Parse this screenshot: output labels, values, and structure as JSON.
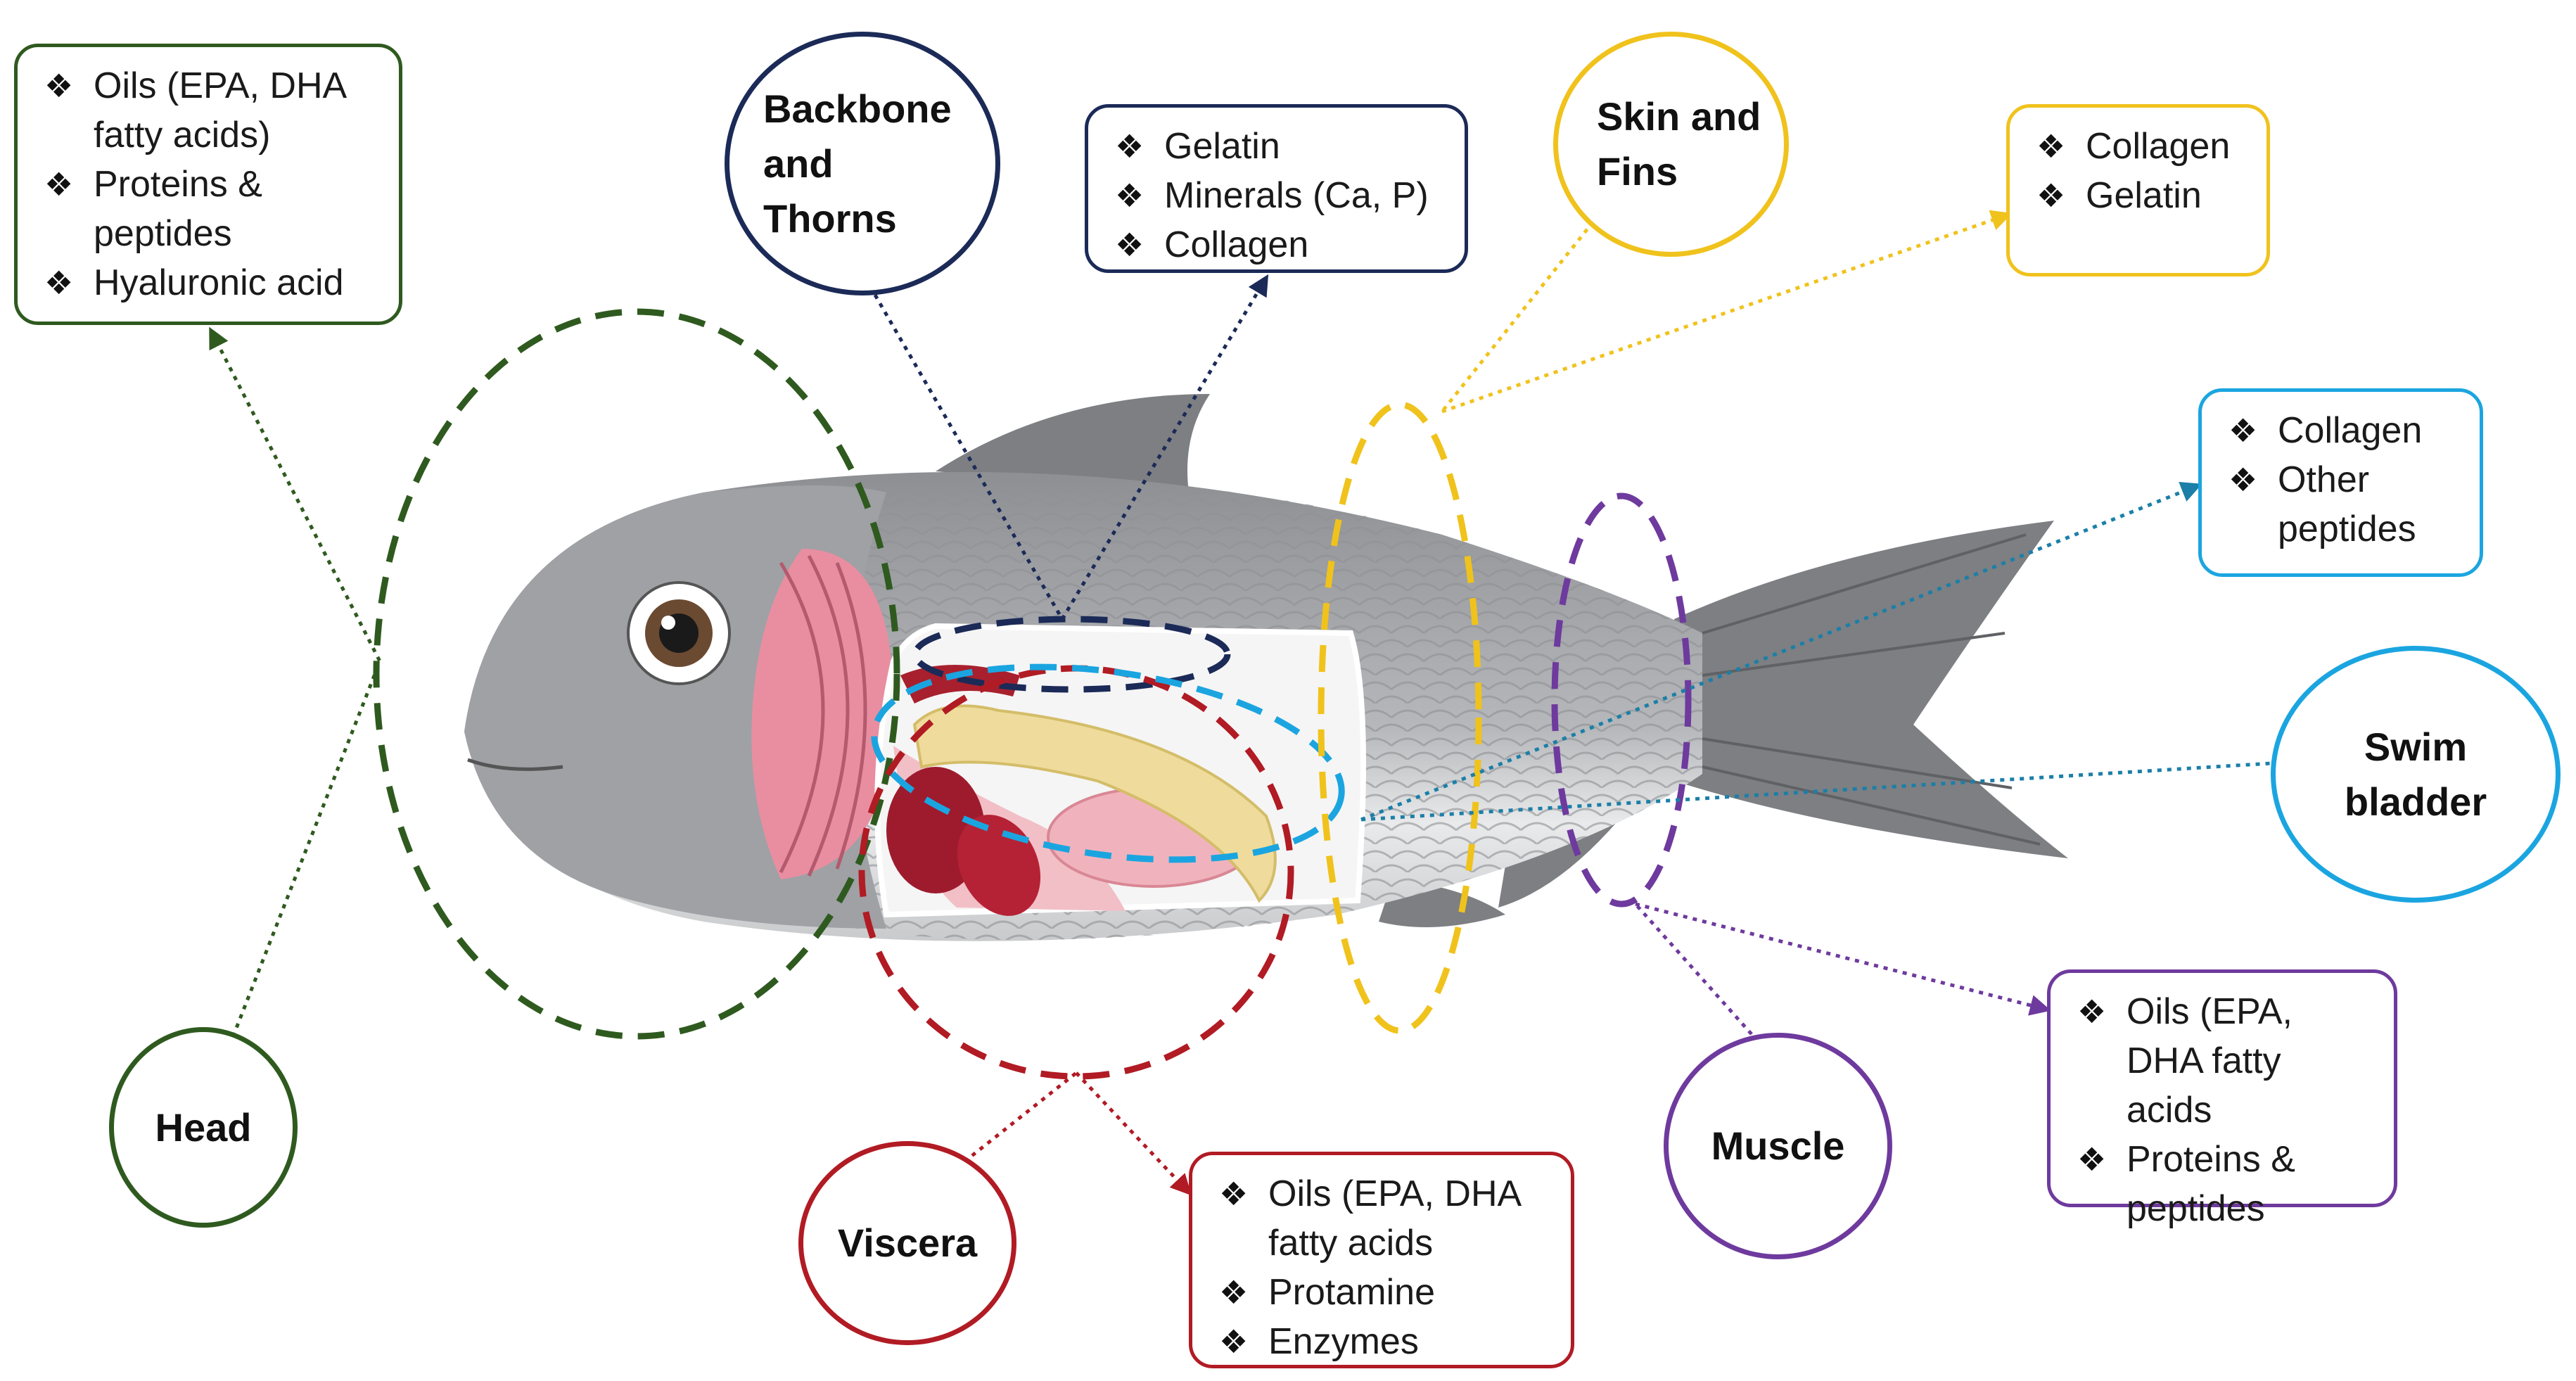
{
  "colors": {
    "head": "#2f5a1f",
    "backbone": "#1b2a57",
    "skin": "#f0c21c",
    "swim": "#1ba5e0",
    "viscera": "#b11b24",
    "muscle": "#6e3a9e",
    "fish_body": "#a7a9ac",
    "fish_fin": "#7d7f83"
  },
  "bullet_glyph": "❖",
  "labels": {
    "head": "Head",
    "backbone": "Backbone and Thorns",
    "skin": "Skin and Fins",
    "swim": "Swim bladder",
    "viscera": "Viscera",
    "muscle": "Muscle"
  },
  "boxes": {
    "head": [
      "Oils (EPA, DHA fatty acids)",
      "Proteins & peptides",
      "Hyaluronic acid"
    ],
    "backbone": [
      "Gelatin",
      "Minerals (Ca, P)",
      "Collagen"
    ],
    "skin": [
      "Collagen",
      "Gelatin"
    ],
    "swim": [
      "Collagen",
      "Other peptides"
    ],
    "muscle": [
      "Oils (EPA, DHA fatty acids",
      "Proteins & peptides"
    ],
    "viscera": [
      "Oils (EPA, DHA fatty acids",
      "Protamine",
      "Enzymes"
    ]
  }
}
